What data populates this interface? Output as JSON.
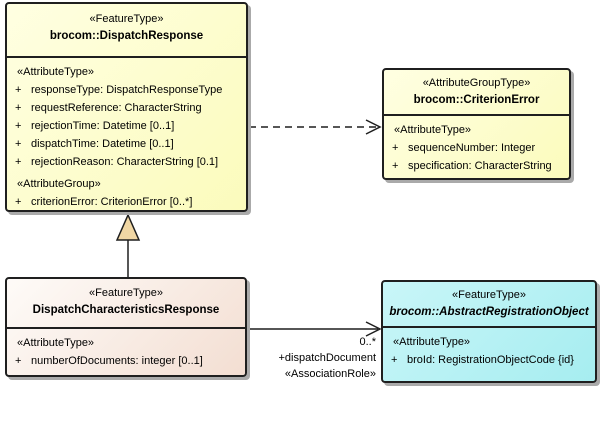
{
  "diagram": {
    "classes": {
      "dispatch_response": {
        "stereotype": "«FeatureType»",
        "name": "brocom::DispatchResponse",
        "sections": [
          {
            "label": "«AttributeType»",
            "rows": [
              {
                "vis": "+",
                "text": "responseType: DispatchResponseType"
              },
              {
                "vis": "+",
                "text": "requestReference: CharacterString"
              },
              {
                "vis": "+",
                "text": "rejectionTime: Datetime [0..1]"
              },
              {
                "vis": "+",
                "text": "dispatchTime: Datetime [0..1]"
              },
              {
                "vis": "+",
                "text": "rejectionReason: CharacterString [0.1]"
              }
            ]
          },
          {
            "label": "«AttributeGroup»",
            "rows": [
              {
                "vis": "+",
                "text": "criterionError: CriterionError [0..*]"
              }
            ]
          }
        ]
      },
      "criterion_error": {
        "stereotype": "«AttributeGroupType»",
        "name": "brocom::CriterionError",
        "sections": [
          {
            "label": "«AttributeType»",
            "rows": [
              {
                "vis": "+",
                "text": "sequenceNumber: Integer"
              },
              {
                "vis": "+",
                "text": "specification: CharacterString"
              }
            ]
          }
        ]
      },
      "dispatch_characteristics_response": {
        "stereotype": "«FeatureType»",
        "name": "DispatchCharacteristicsResponse",
        "sections": [
          {
            "label": "«AttributeType»",
            "rows": [
              {
                "vis": "+",
                "text": "numberOfDocuments: integer [0..1]"
              }
            ]
          }
        ]
      },
      "abstract_registration_object": {
        "stereotype": "«FeatureType»",
        "name": "brocom::AbstractRegistrationObject",
        "sections": [
          {
            "label": "«AttributeType»",
            "rows": [
              {
                "vis": "+",
                "text": "broId: RegistrationObjectCode {id}"
              }
            ]
          }
        ]
      }
    },
    "connectors": {
      "association": {
        "multiplicity": "0..*",
        "role": "+dispatchDocument",
        "stereotype": "«AssociationRole»"
      }
    },
    "colors": {
      "yellow_fill": "#FBFBBC",
      "pink_fill": "#F3DED2",
      "cyan_fill": "#A6EDF0",
      "triangle_fill": "#F1D7A4",
      "border": "#1F1F1F",
      "shadow": "#AAAAAA"
    }
  }
}
